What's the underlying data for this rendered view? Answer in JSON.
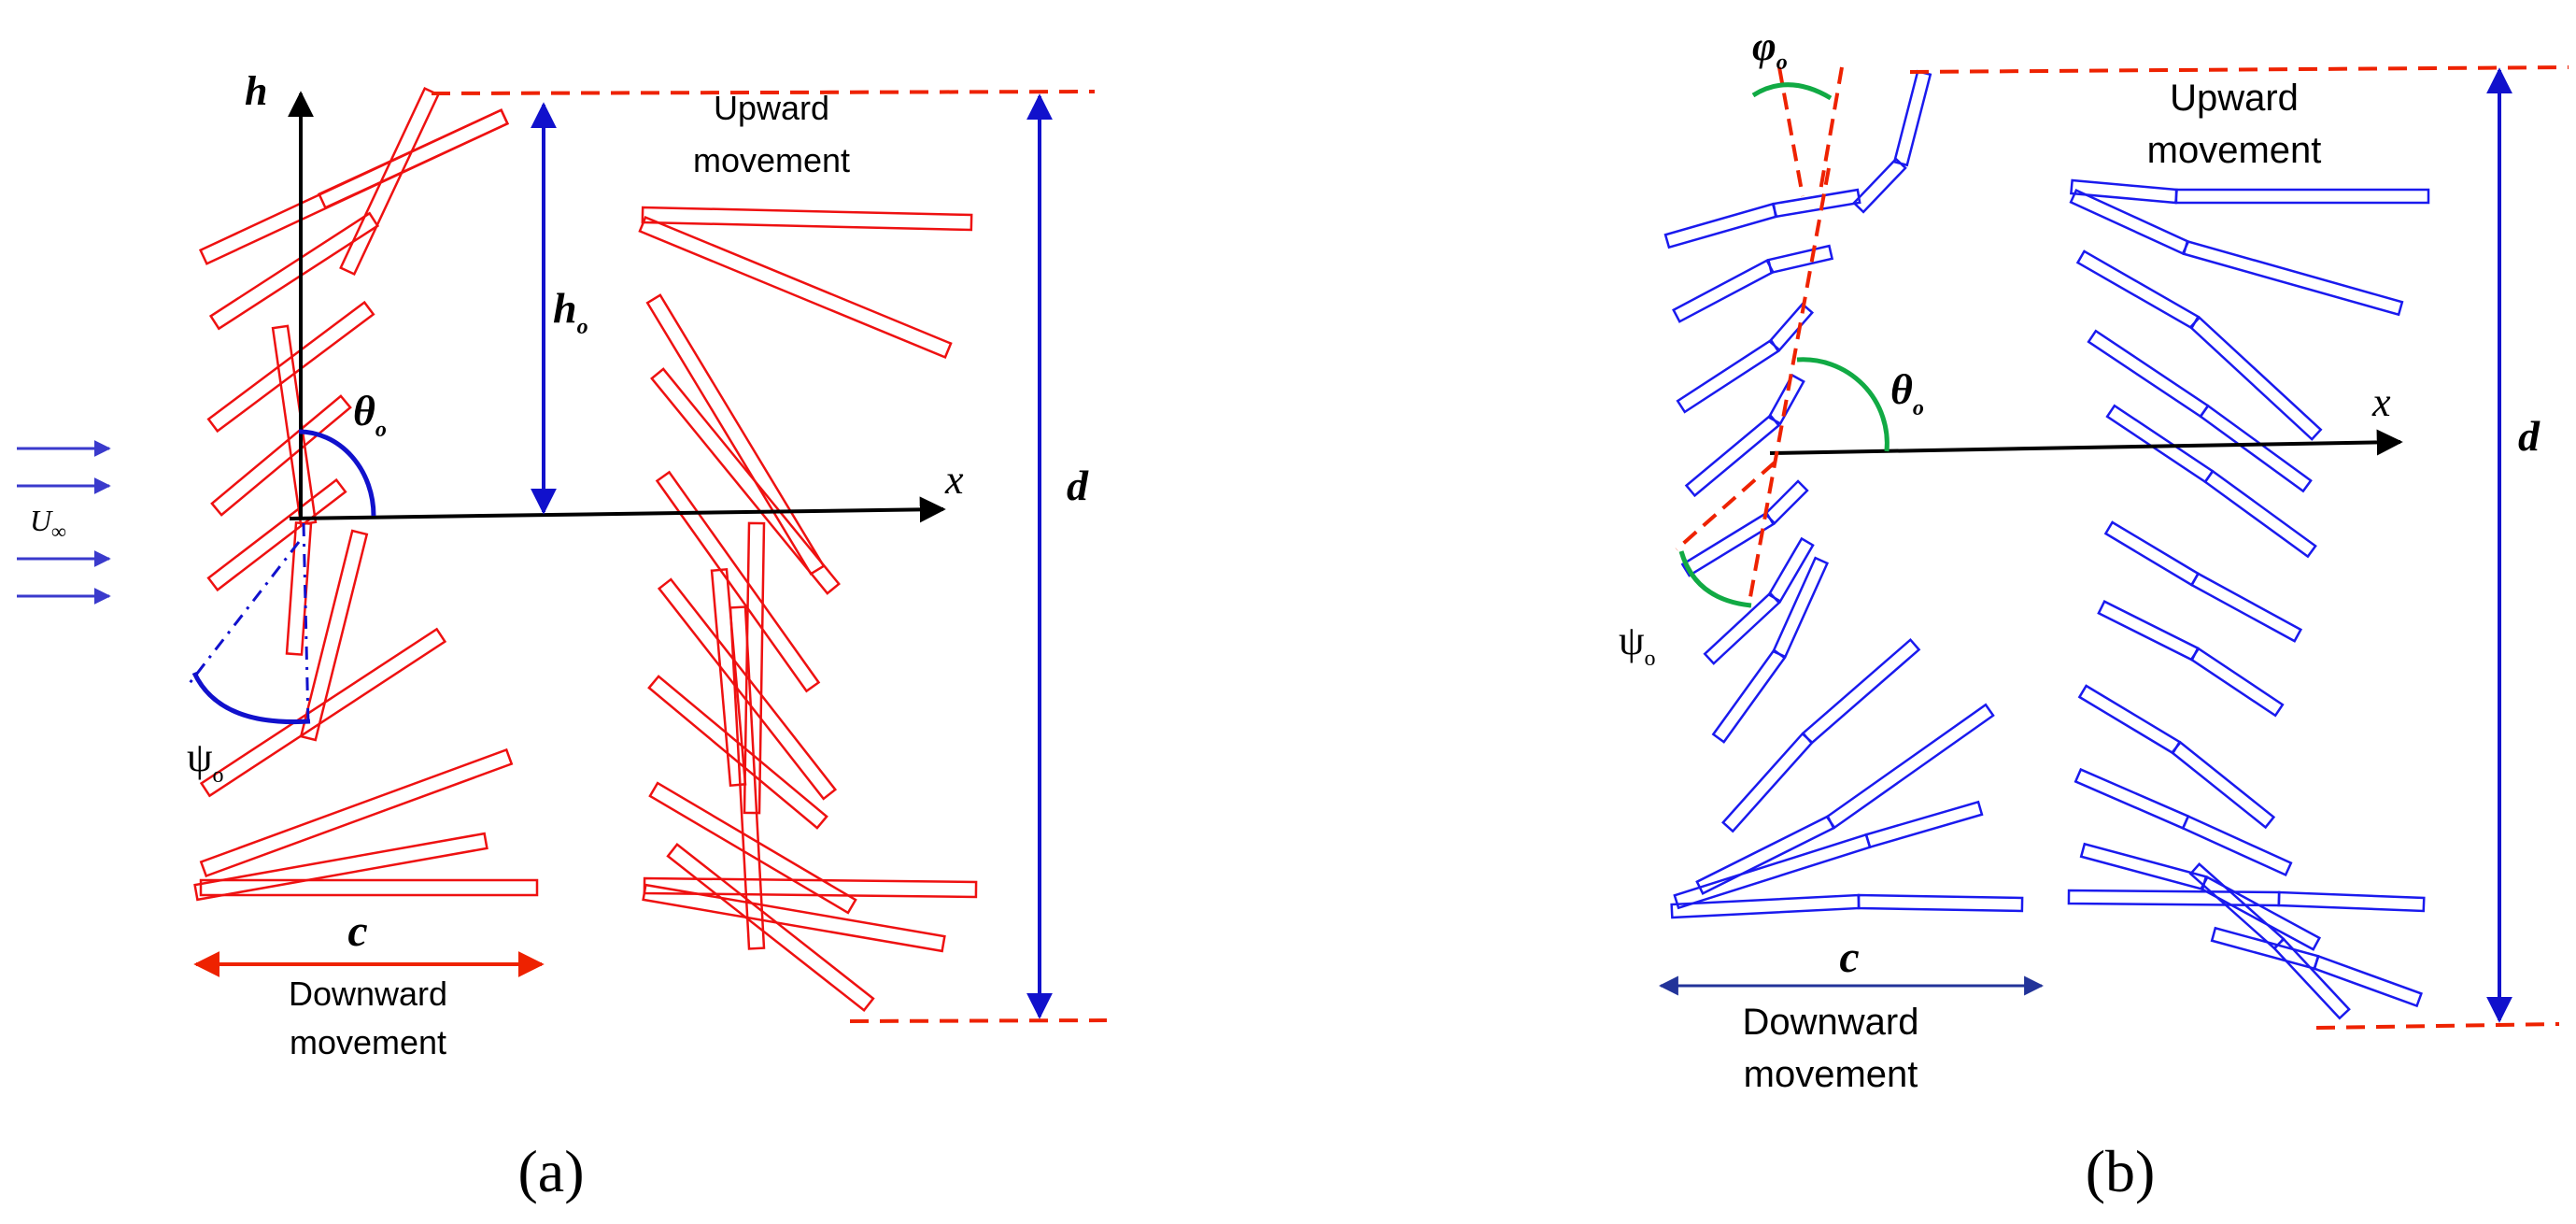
{
  "panel_a": {
    "caption": "(a)",
    "axis_h": "h",
    "axis_x": "x",
    "amplitude": "h",
    "amplitude_sub": "o",
    "pitch": "θ",
    "pitch_sub": "o",
    "phase": "ψ",
    "phase_sub": "o",
    "freestream": "U",
    "freestream_sub": "∞",
    "distance": "d",
    "chord": "c",
    "upward": [
      "Upward",
      "movement"
    ],
    "downward": [
      "Downward",
      "movement"
    ],
    "colors": {
      "wing": "#ee1111",
      "annotation": "#1111cc",
      "bound": "#ee2200"
    }
  },
  "panel_b": {
    "caption": "(b)",
    "axis_x": "x",
    "deflection": "φ",
    "deflection_sub": "o",
    "pitch": "θ",
    "pitch_sub": "o",
    "phase": "ψ",
    "phase_sub": "o",
    "distance": "d",
    "chord": "c",
    "upward": [
      "Upward",
      "movement"
    ],
    "downward": [
      "Downward",
      "movement"
    ],
    "colors": {
      "wing": "#1a1aee",
      "arc": "#11aa44",
      "bound": "#ee2200",
      "chord_arrow": "#223399"
    }
  }
}
